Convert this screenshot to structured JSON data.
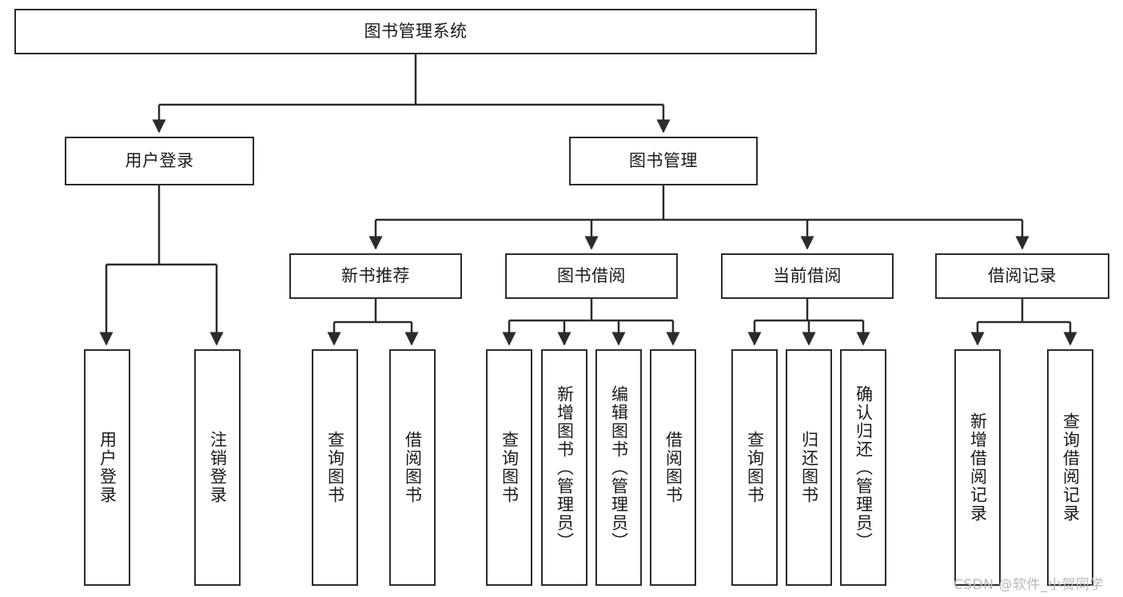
{
  "diagram": {
    "title": "图书管理系统",
    "type": "tree-hierarchy",
    "watermark": "CSDN @软件_小贺同学",
    "style": {
      "box_border_color": "#2b2b2b",
      "box_fill": "#ffffff",
      "line_color": "#2b2b2b",
      "text_color": "#1a1a1a",
      "watermark_color": "#b9b9b9",
      "background": "#ffffff"
    },
    "nodes": {
      "root": {
        "label": "图书管理系统"
      },
      "level1": [
        {
          "id": "user-login",
          "label": "用户登录"
        },
        {
          "id": "book-manage",
          "label": "图书管理"
        }
      ],
      "level2": [
        {
          "id": "new-book-recommend",
          "label": "新书推荐"
        },
        {
          "id": "book-borrow",
          "label": "图书借阅"
        },
        {
          "id": "current-borrow",
          "label": "当前借阅"
        },
        {
          "id": "borrow-record",
          "label": "借阅记录"
        }
      ],
      "leaves": {
        "user-login": [
          {
            "id": "leaf-user-login",
            "label": "用户登录"
          },
          {
            "id": "leaf-logout-login",
            "label": "注销登录"
          }
        ],
        "new-book-recommend": [
          {
            "id": "leaf-query-book-1",
            "label": "查询图书"
          },
          {
            "id": "leaf-borrow-book-1",
            "label": "借阅图书"
          }
        ],
        "book-borrow": [
          {
            "id": "leaf-query-book-2",
            "label": "查询图书"
          },
          {
            "id": "leaf-add-book",
            "label": "新增图书（管理员）"
          },
          {
            "id": "leaf-edit-book",
            "label": "编辑图书（管理员）"
          },
          {
            "id": "leaf-borrow-book-2",
            "label": "借阅图书"
          }
        ],
        "current-borrow": [
          {
            "id": "leaf-query-book-3",
            "label": "查询图书"
          },
          {
            "id": "leaf-return-book",
            "label": "归还图书"
          },
          {
            "id": "leaf-confirm-return",
            "label": "确认归还（管理员）"
          }
        ],
        "borrow-record": [
          {
            "id": "leaf-add-record",
            "label": "新增借阅记录"
          },
          {
            "id": "leaf-query-record",
            "label": "查询借阅记录"
          }
        ]
      }
    }
  }
}
